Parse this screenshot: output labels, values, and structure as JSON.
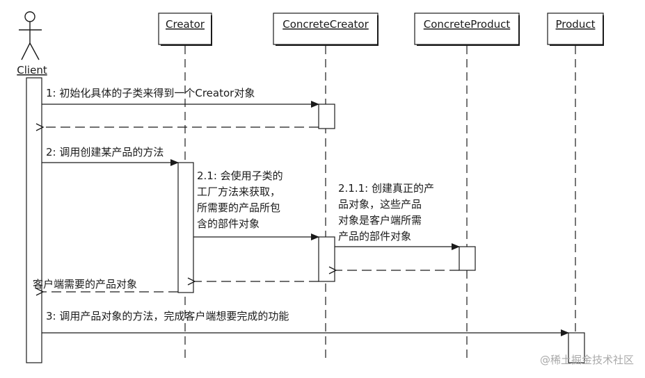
{
  "diagram": {
    "actor": {
      "label": "Client"
    },
    "participants": [
      {
        "id": "creator",
        "label": "Creator"
      },
      {
        "id": "concrete_creator",
        "label": "ConcreteCreator"
      },
      {
        "id": "concrete_product",
        "label": "ConcreteProduct"
      },
      {
        "id": "product",
        "label": "Product"
      }
    ],
    "messages": {
      "m1": "1: 初始化具体的子类来得到一个Creator对象",
      "m2": "2: 调用创建某产品的方法",
      "m21": [
        "2.1: 会使用子类的",
        "工厂方法来获取，",
        "所需要的产品所包",
        "含的部件对象"
      ],
      "m211": [
        "2.1.1: 创建真正的产",
        "品对象，这些产品",
        "对象是客户端所需",
        "产品的部件对象"
      ],
      "return_client": "客户端需要的产品对象",
      "m3": "3: 调用产品对象的方法，完成客户端想要完成的功能"
    }
  },
  "watermark": "@稀土掘金技术社区"
}
